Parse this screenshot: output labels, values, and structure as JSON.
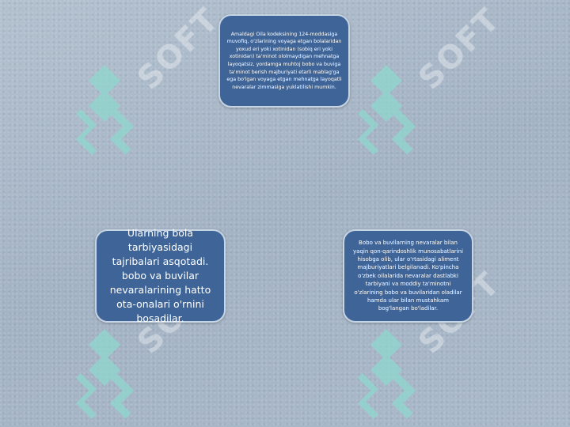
{
  "watermark": {
    "word": "SOFT",
    "color": "#8fd8cf"
  },
  "boxes": {
    "top": {
      "text": "Amaldagi Oila kodeksining 124-moddasiga muvofiq, o'zlarining voyaga etgan bolalaridan yoxud  eri yoki  xotinidan (sobiq  eri yoki  xotinidan) ta'minot ololmaydigan mehnatga layoqatsiz, yordamga muhtoj bobo va buviga ta'minot berish majburiyati etarli mablag'ga ega bo'lgan voyaga etgan mehnatga layoqatli nevaralar zimmasiga yuklatilishi mumkin."
    },
    "left": {
      "text": "Ularning bola tarbiyasidagi tajribalari asqotadi. bobo va buvilar nevaralarining hatto ota-onalari o'rnini bosadilar."
    },
    "right": {
      "text": "Bobo va buvilarning nevaralar bilan yaqin qon-qarindoshlik munosabatlarini hisobga olib, ular o'rtasidagi aliment majburiyatlari belgilanadi. Ko'pincha o'zbek oilalarida nevaralar dastlabki tarbiyani va moddiy ta'minotni o'zlarining bobo va buvilaridan oladilar hamda ular bilan mustahkam bog'langan bo'ladilar."
    },
    "fill_color": "#3f6598",
    "border_color": "#c7d4e3"
  }
}
